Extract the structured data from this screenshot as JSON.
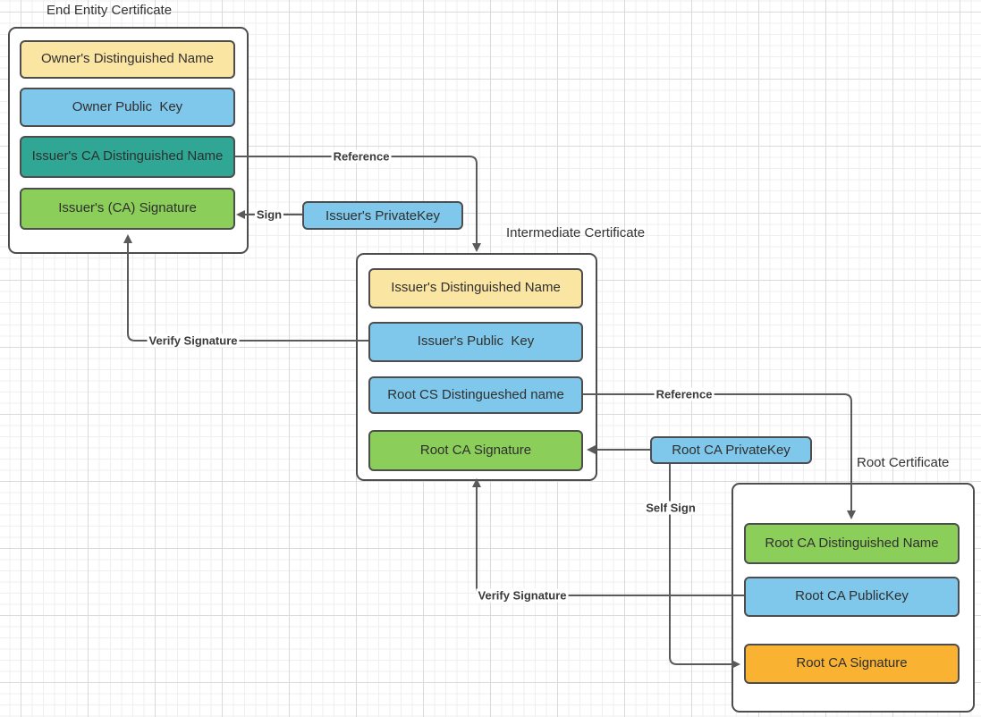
{
  "palette": {
    "yellow": "#fbe5a2",
    "blue": "#7fc8eb",
    "teal": "#2fa794",
    "green": "#8cce5a",
    "orange": "#f9b232",
    "shape_border": "#4d4d4d",
    "line": "#5a5a5a",
    "text": "#2f2f2f"
  },
  "certificates": [
    {
      "title": "End Entity Certificate",
      "fields": [
        {
          "label": "Owner's Distinguished Name",
          "color": "yellow"
        },
        {
          "label": "Owner Public  Key",
          "color": "blue"
        },
        {
          "label": "Issuer's CA Distinguished Name",
          "color": "teal"
        },
        {
          "label": "Issuer's (CA) Signature",
          "color": "green"
        }
      ]
    },
    {
      "title": "Intermediate Certificate",
      "fields": [
        {
          "label": "Issuer's Distinguished Name",
          "color": "yellow"
        },
        {
          "label": "Issuer's Public  Key",
          "color": "blue"
        },
        {
          "label": "Root CS Distingueshed name",
          "color": "blue"
        },
        {
          "label": "Root CA Signature",
          "color": "green"
        }
      ]
    },
    {
      "title": "Root Certificate",
      "fields": [
        {
          "label": "Root CA Distinguished Name",
          "color": "green"
        },
        {
          "label": "Root CA PublicKey",
          "color": "blue"
        },
        {
          "label": "Root CA Signature",
          "color": "orange"
        }
      ]
    }
  ],
  "key_boxes": [
    {
      "label": "Issuer's PrivateKey",
      "color": "blue"
    },
    {
      "label": "Root CA PrivateKey",
      "color": "blue"
    }
  ],
  "connectors": [
    {
      "label": "Reference",
      "from": "Issuer's CA Distinguished Name",
      "to": "Intermediate Certificate"
    },
    {
      "label": "Sign",
      "from": "Issuer's PrivateKey",
      "to": "Issuer's (CA) Signature"
    },
    {
      "label": "Verify Signature",
      "from": "Issuer's Public  Key",
      "to": "Issuer's (CA) Signature"
    },
    {
      "label": "Reference",
      "from": "Root CS Distingueshed name",
      "to": "Root CA Distinguished Name"
    },
    {
      "label": "",
      "from": "Root CA PrivateKey",
      "to": "Root CA Signature (Intermediate Certificate)"
    },
    {
      "label": "Self Sign",
      "from": "Root CA PrivateKey",
      "to": "Root CA Signature (Root Certificate)"
    },
    {
      "label": "Verify Signature",
      "from": "Root CA PublicKey",
      "to": "Root CA Signature (Intermediate Certificate)"
    }
  ]
}
